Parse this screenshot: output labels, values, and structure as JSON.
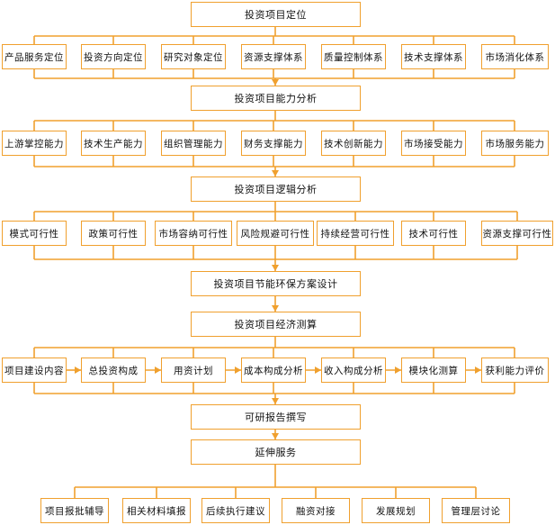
{
  "colors": {
    "line": "#f0a02e",
    "text": "#111111",
    "background": "#ffffff"
  },
  "sections": {
    "positioning": {
      "title": "投资项目定位",
      "items": [
        "产品服务定位",
        "投资方向定位",
        "研究对象定位",
        "资源支撑体系",
        "质量控制体系",
        "技术支撑体系",
        "市场消化体系"
      ]
    },
    "capability": {
      "title": "投资项目能力分析",
      "items": [
        "上游掌控能力",
        "技术生产能力",
        "组织管理能力",
        "财务支撑能力",
        "技术创新能力",
        "市场接受能力",
        "市场服务能力"
      ]
    },
    "logic": {
      "title": "投资项目逻辑分析",
      "items": [
        "模式可行性",
        "政策可行性",
        "市场容纳可行性",
        "风险规避可行性",
        "持续经营可行性",
        "技术可行性",
        "资源支撑可行性"
      ]
    },
    "energy": {
      "title": "投资项目节能环保方案设计"
    },
    "economic": {
      "title": "投资项目经济测算",
      "items": [
        "项目建设内容",
        "总投资构成",
        "用资计划",
        "成本构成分析",
        "收入构成分析",
        "模块化测算",
        "获利能力评价"
      ]
    },
    "report": {
      "title": "可研报告撰写"
    },
    "extension": {
      "title": "延伸服务",
      "items": [
        "项目报批辅导",
        "相关材料填报",
        "后续执行建议",
        "融资对接",
        "发展规划",
        "管理层讨论"
      ]
    }
  }
}
